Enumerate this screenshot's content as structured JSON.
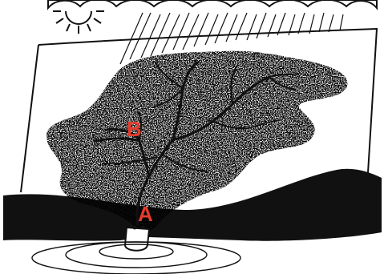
{
  "diagram": {
    "labels": [
      {
        "id": "point-b",
        "text": "B"
      },
      {
        "id": "point-a",
        "text": "A"
      }
    ],
    "colors": {
      "ink": "#111111",
      "paper": "#ffffff",
      "label": "#e53b2c"
    },
    "icons": [
      "sun-icon",
      "cloud-icon",
      "rain-icon"
    ]
  }
}
